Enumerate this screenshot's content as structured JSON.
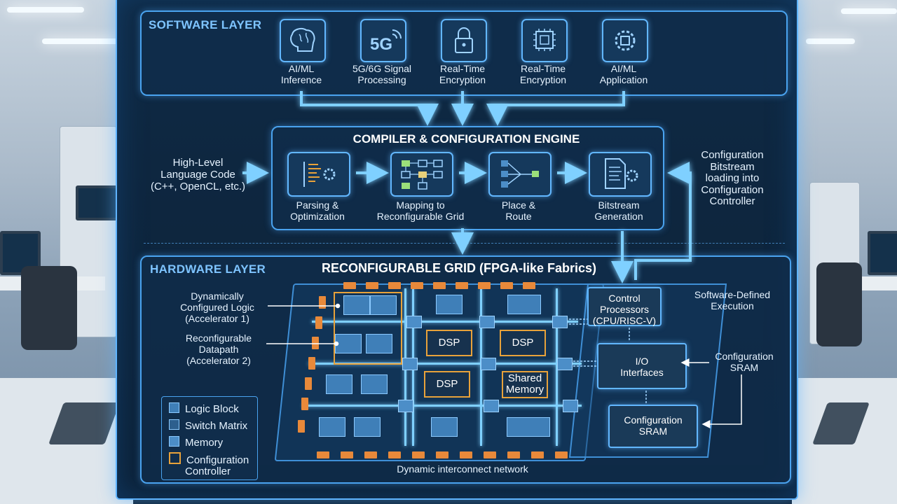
{
  "software_layer": {
    "title": "SOFTWARE LAYER",
    "apps": [
      {
        "label_line1": "AI/ML",
        "label_line2": "Inference",
        "icon": "brain-icon"
      },
      {
        "label_line1": "5G/6G Signal",
        "label_line2": "Processing",
        "icon": "5g-icon",
        "icon_text": "5G"
      },
      {
        "label_line1": "Real-Time",
        "label_line2": "Encryption",
        "icon": "lock-icon"
      },
      {
        "label_line1": "Real-Time",
        "label_line2": "Encryption",
        "icon": "chip-icon"
      },
      {
        "label_line1": "AI/ML",
        "label_line2": "Application",
        "icon": "gear-chip-icon"
      }
    ]
  },
  "compiler": {
    "title": "COMPILER & CONFIGURATION ENGINE",
    "input_label": [
      "High-Level",
      "Language Code",
      "(C++, OpenCL, etc.)"
    ],
    "stages": [
      {
        "line1": "Parsing &",
        "line2": "Optimization",
        "icon": "code-gear-icon"
      },
      {
        "line1": "Mapping to",
        "line2": "Reconfigurable Grid",
        "icon": "grid-map-icon"
      },
      {
        "line1": "Place &",
        "line2": "Route",
        "icon": "route-icon"
      },
      {
        "line1": "Bitstream",
        "line2": "Generation",
        "icon": "document-gear-icon"
      }
    ],
    "bitstream_note": [
      "Configuration",
      "Bitstream",
      "loading into",
      "Configuration",
      "Controller"
    ]
  },
  "hardware_layer": {
    "title": "HARDWARE LAYER",
    "grid_title": "RECONFIGURABLE GRID (FPGA-like Fabrics)",
    "callouts": {
      "logic": [
        "Dynamically",
        "Configured Logic",
        "(Accelerator 1)"
      ],
      "datapath": [
        "Reconfigurable",
        "Datapath",
        "(Accelerator 2)"
      ],
      "sde": [
        "Software-Defined",
        "Execution"
      ],
      "sram": [
        "Configuration",
        "SRAM"
      ]
    },
    "dsp_labels": [
      "DSP",
      "DSP",
      "DSP"
    ],
    "shared_memory": [
      "Shared",
      "Memory"
    ],
    "control": {
      "cpu": [
        "Control",
        "Processors",
        "(CPU/RISC-V)"
      ],
      "io": [
        "I/O",
        "Interfaces"
      ],
      "sram": [
        "Configuration",
        "SRAM"
      ]
    },
    "interconnect": "Dynamic interconnect network",
    "legend": [
      {
        "label": "Logic Block",
        "color": "#3f7fb8"
      },
      {
        "label": "Switch Matrix",
        "color": "#2d5f8e"
      },
      {
        "label": "Memory",
        "color": "#4c8ec8"
      },
      {
        "label": "Configuration",
        "label2": "Controller",
        "color": "#e8a23a"
      }
    ]
  },
  "colors": {
    "accent": "#62b7ff",
    "highlight": "#e8a23a",
    "background": "#0c2137"
  }
}
